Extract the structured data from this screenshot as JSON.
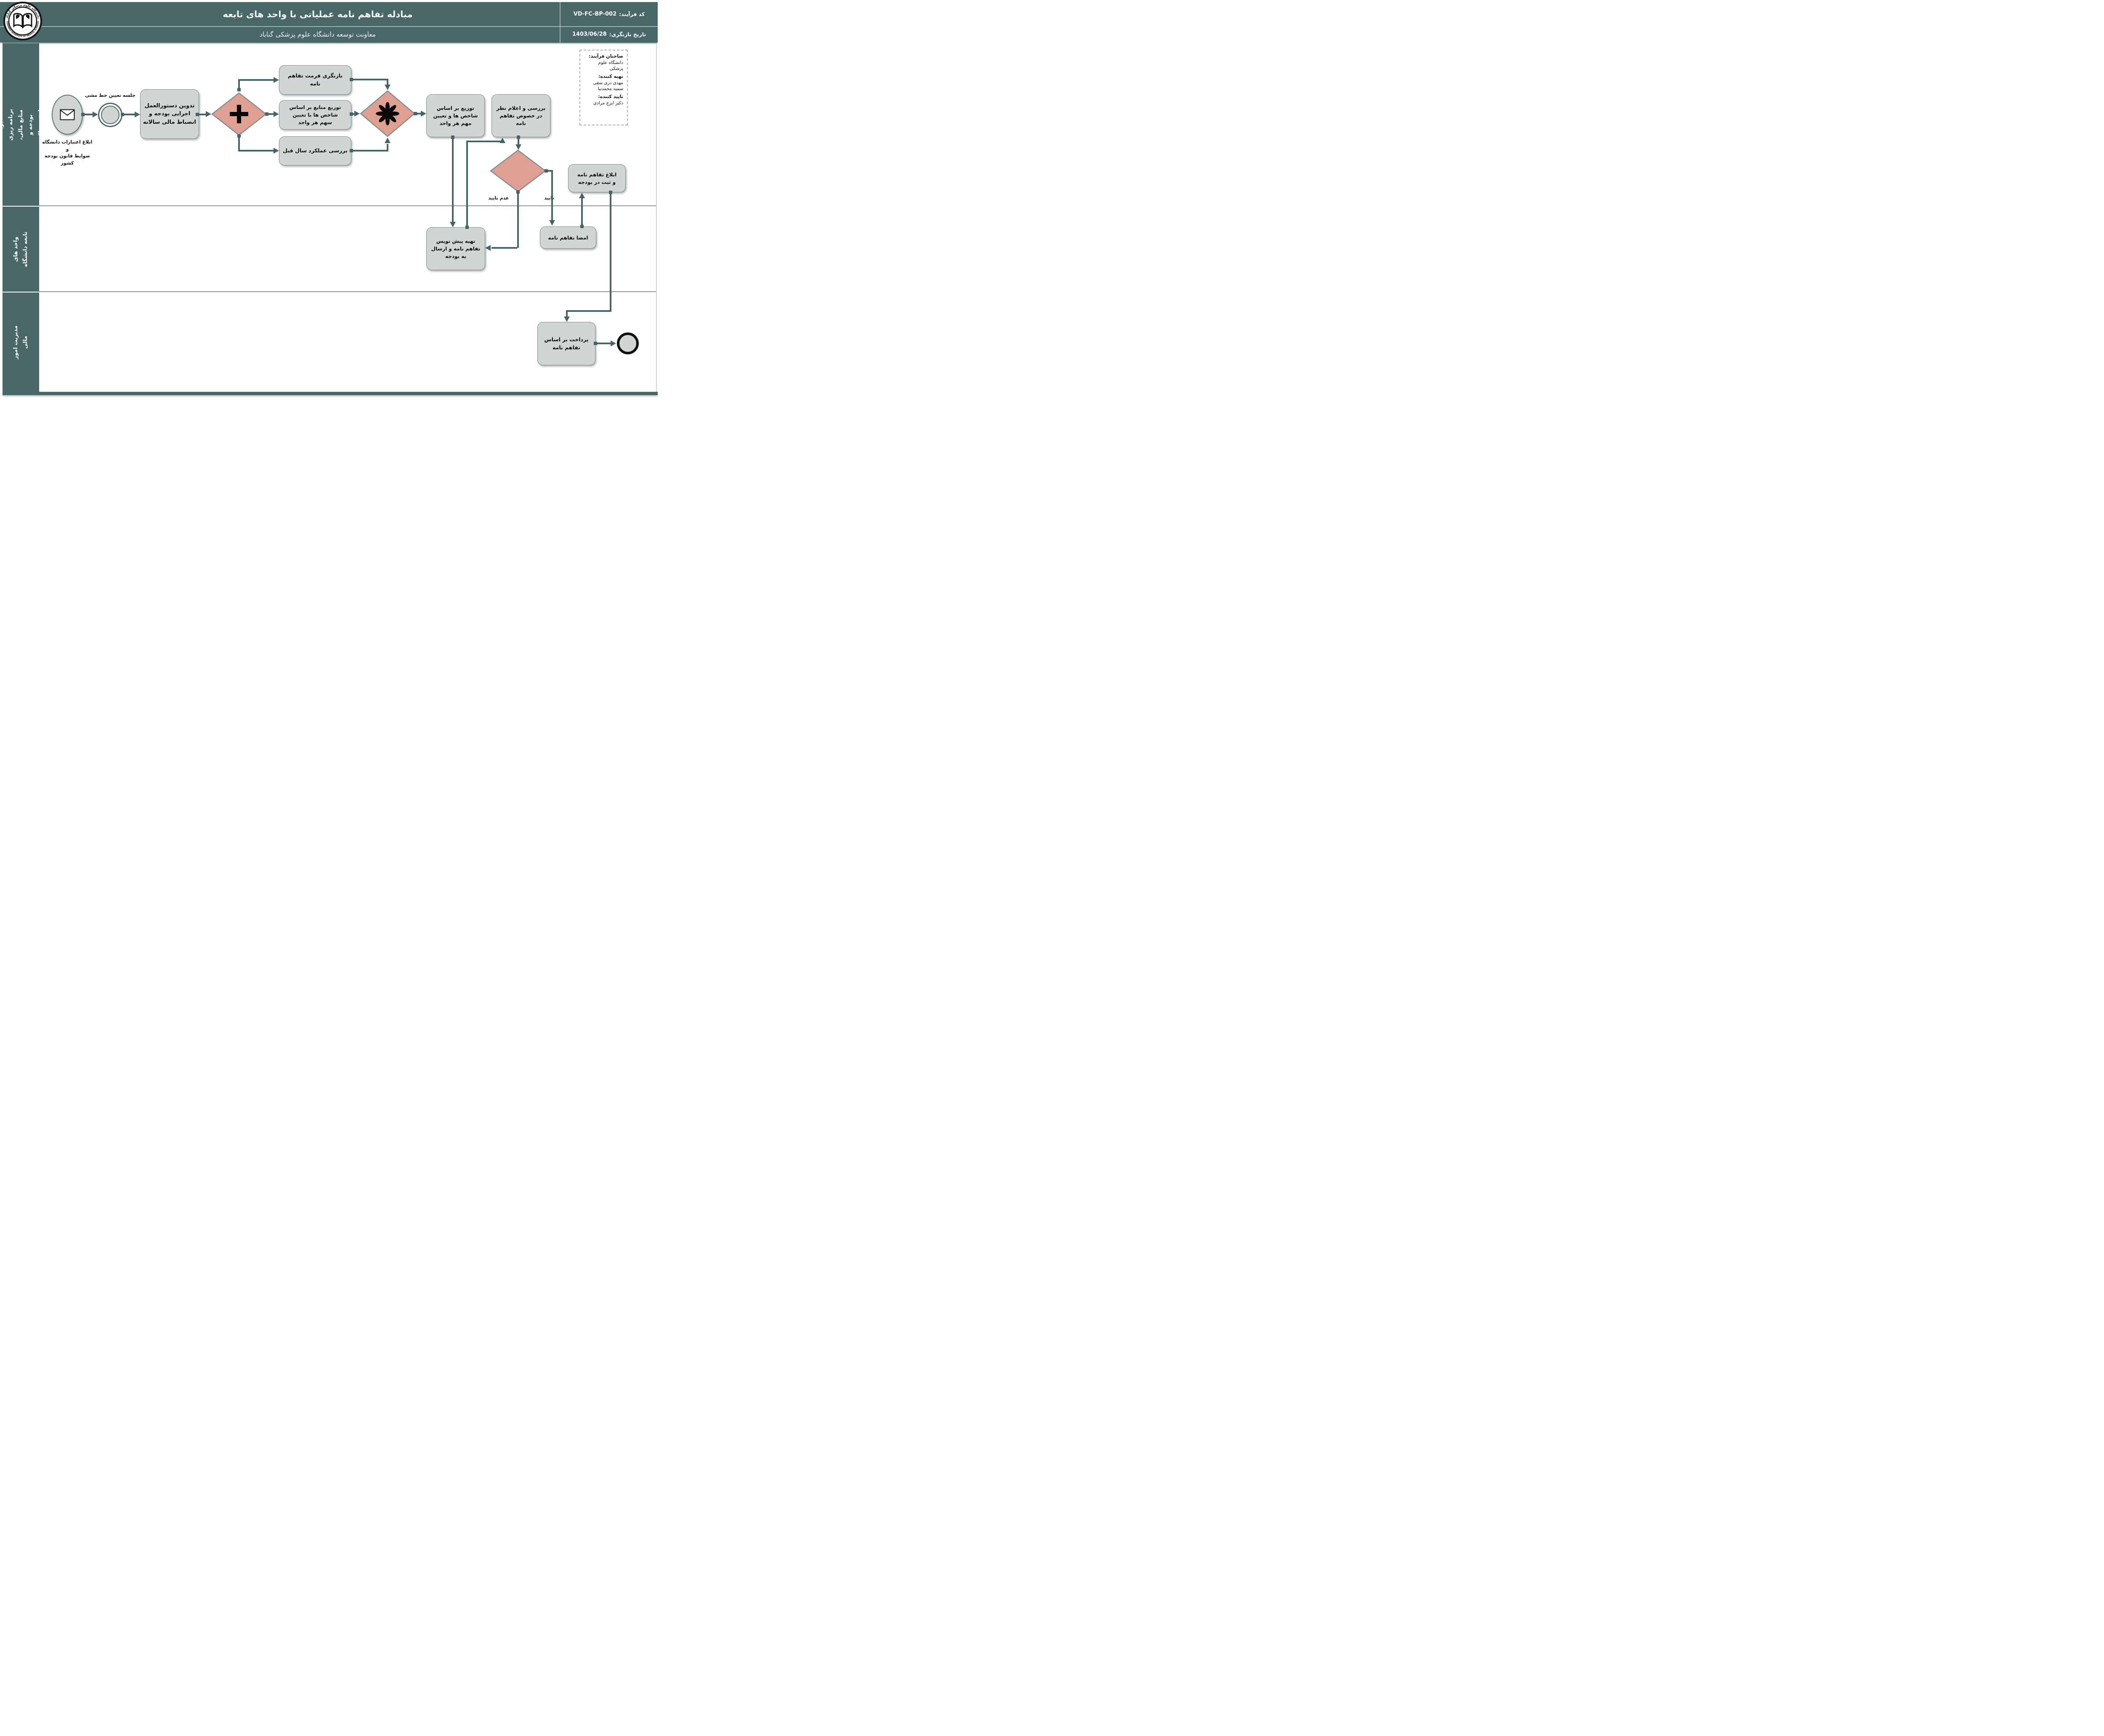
{
  "header": {
    "title": "مبادله تفاهم نامه عملیاتی با واحد های تابعه",
    "subtitle": "معاونت توسعه دانشگاه علوم پزشکی گناباد",
    "process_code_label": "کد فرآیند:",
    "process_code": "VD-FC-BP-002",
    "revision_date_label": "تاریخ بازنگری:",
    "revision_date": "1403/06/28",
    "logo": {
      "top_text": "دانشگاه علوم پزشکی گناباد",
      "bottom_text": "GONABAD UNIVERSITY OF MEDICAL SCIENCES",
      "icon": "open-book-icon"
    }
  },
  "lanes": [
    {
      "label": "مدیریت برنامه ریزی منابع مالی، بودجه و\nپایش عملکرد"
    },
    {
      "label": "واحد های تابعه دانشگاه"
    },
    {
      "label": "مدیریت امور مالی"
    }
  ],
  "nodes": {
    "start": {
      "type": "start-message-event",
      "icon": "envelope-icon",
      "label": "ابلاغ اعتبارات دانشگاه و\nضوابط قانون بودجه\nکشور"
    },
    "policy_meeting": {
      "type": "intermediate-event",
      "label": "جلسه تعیین خط مشی"
    },
    "task_guideline": {
      "label": "تدوین دستورالعمل\nاجرایی بودجه و\nانضباط مالی سالانه"
    },
    "gw_parallel": {
      "type": "parallel-gateway",
      "symbol": "+"
    },
    "task_review_format": {
      "label": "بازنگری فرمت تفاهم\nنامه"
    },
    "task_dist_resources": {
      "label": "توزیع منابع بر اساس\nشاخص ها با تعیین\nسهم هر واحد"
    },
    "task_perf_review": {
      "label": "بررسی عملکرد سال قبل"
    },
    "gw_complex": {
      "type": "complex-gateway",
      "symbol": "❋"
    },
    "task_dist_indicators": {
      "label": "توزیع بر اساس\nشاخص ها و تعیین\nمهم هر واحد"
    },
    "task_review_announce": {
      "label": "بررسی و اعلام نظر\nدر خصوص تفاهم\nنامه"
    },
    "gw_decision": {
      "type": "exclusive-gateway"
    },
    "task_announce_mou": {
      "label": "ابلاغ تفاهم نامه\nو ثبت در بودجه"
    },
    "task_draft": {
      "label": "تهیه پیش نویس\nتفاهم نامه و ارسال\nبه بودجه"
    },
    "task_sign": {
      "label": "امضا تفاهم نامه"
    },
    "task_payment": {
      "label": "پرداخت بر اساس\nتفاهم نامه"
    },
    "end": {
      "type": "end-event"
    }
  },
  "edge_labels": {
    "approve": "تایید",
    "reject": "عدم تایید"
  },
  "edges": [
    {
      "from": "start",
      "to": "policy_meeting"
    },
    {
      "from": "policy_meeting",
      "to": "task_guideline"
    },
    {
      "from": "task_guideline",
      "to": "gw_parallel"
    },
    {
      "from": "gw_parallel",
      "to": "task_review_format"
    },
    {
      "from": "gw_parallel",
      "to": "task_dist_resources"
    },
    {
      "from": "gw_parallel",
      "to": "task_perf_review"
    },
    {
      "from": "task_review_format",
      "to": "gw_complex"
    },
    {
      "from": "task_dist_resources",
      "to": "gw_complex"
    },
    {
      "from": "task_perf_review",
      "to": "gw_complex"
    },
    {
      "from": "gw_complex",
      "to": "task_dist_indicators"
    },
    {
      "from": "task_dist_indicators",
      "to": "task_draft"
    },
    {
      "from": "task_draft",
      "to": "task_review_announce"
    },
    {
      "from": "task_review_announce",
      "to": "gw_decision"
    },
    {
      "from": "gw_decision",
      "to": "task_draft",
      "label": "عدم تایید"
    },
    {
      "from": "gw_decision",
      "to": "task_sign",
      "label": "تایید"
    },
    {
      "from": "task_sign",
      "to": "task_announce_mou"
    },
    {
      "from": "task_announce_mou",
      "to": "task_payment"
    },
    {
      "from": "task_payment",
      "to": "end"
    }
  ],
  "info_box": {
    "owner_label": "صاحبان فرآیند:",
    "owner": "دانشگاه علوم پزشکی",
    "preparer_label": "تهیه کننده:",
    "preparers": [
      "مهدی دری سقی",
      "سمیه محمدنیا"
    ],
    "approver_label": "تایید کننده:",
    "approver": "دکتر ایرج مرادی"
  },
  "colors": {
    "header_teal": "#4a6767",
    "connector": "#466368",
    "box_fill": "#d1d5d3",
    "box_border": "#7d8e92",
    "gateway_fill": "#e0a091",
    "lane_separator": "#8a9a9a"
  }
}
